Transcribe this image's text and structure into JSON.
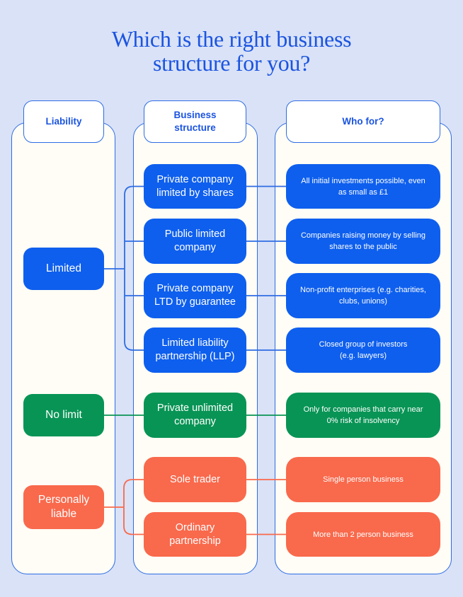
{
  "title": "Which is the right business\nstructure for you?",
  "colors": {
    "background": "#d9e2f7",
    "panel_fill": "#fffdf5",
    "line_blue": "#2e6ce4",
    "box_blue": "#0e5fee",
    "box_green": "#089455",
    "box_orange": "#f9694c",
    "heading_text": "#1b54e0",
    "box_text": "#ffffff"
  },
  "columns": {
    "liability": {
      "header": "Liability",
      "items": [
        "Limited",
        "No limit",
        "Personally\nliable"
      ]
    },
    "structure": {
      "header": "Business\nstructure",
      "items": [
        "Private company\nlimited by shares",
        "Public limited\ncompany",
        "Private company\nLTD by guarantee",
        "Limited liability\npartnership (LLP)",
        "Private unlimited\ncompany",
        "Sole trader",
        "Ordinary\npartnership"
      ]
    },
    "who_for": {
      "header": "Who for?",
      "items": [
        "All initial investments possible, even\nas small as £1",
        "Companies raising money by selling\nshares to the public",
        "Non-profit enterprises (e.g. charities,\nclubs, unions)",
        "Closed group of investors\n(e.g. lawyers)",
        "Only for companies that carry near\n0% risk of insolvency",
        "Single person business",
        "More than 2 person business"
      ]
    }
  }
}
